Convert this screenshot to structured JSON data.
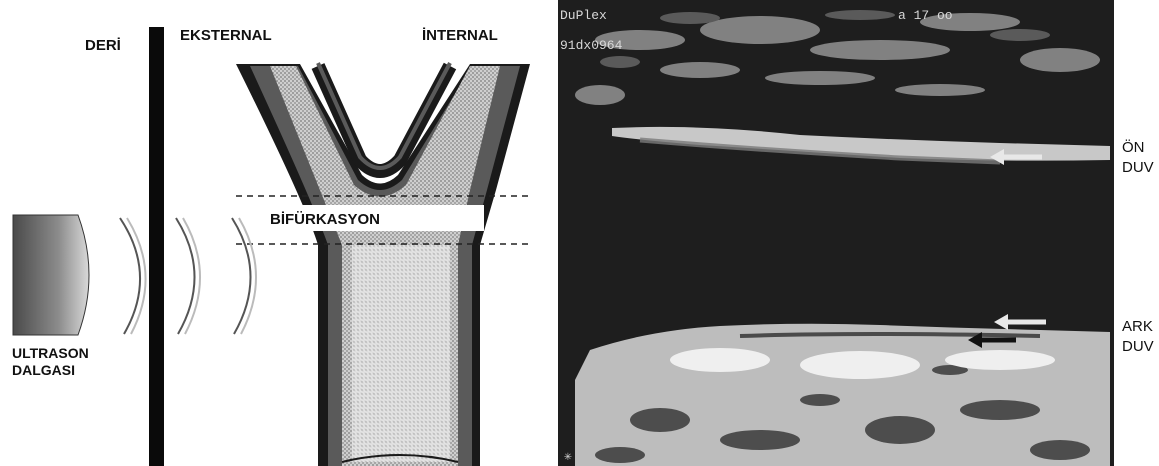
{
  "diagram": {
    "labels": {
      "skin": "DERİ",
      "external": "EKSTERNAL",
      "internal": "İNTERNAL",
      "bifurcation": "BİFÜRKASYON",
      "ultrasound_line1": "ULTRASON",
      "ultrasound_line2": "DALGASI"
    }
  },
  "ultrasound": {
    "overlay_line1": "DuPlex",
    "overlay_line2": "91dx0964",
    "overlay_top_right": "a 17 oo",
    "corner_marker": "✳",
    "anterior_wall_line1": "ÖN",
    "anterior_wall_line2": "DUV",
    "posterior_wall_line1": "ARK",
    "posterior_wall_line2": "DUV"
  },
  "colors": {
    "vessel_wall": "#1a1a1a",
    "lumen": "#b8b8b8",
    "us_background": "#1e1e1e",
    "echo": "#d0d0d0"
  }
}
